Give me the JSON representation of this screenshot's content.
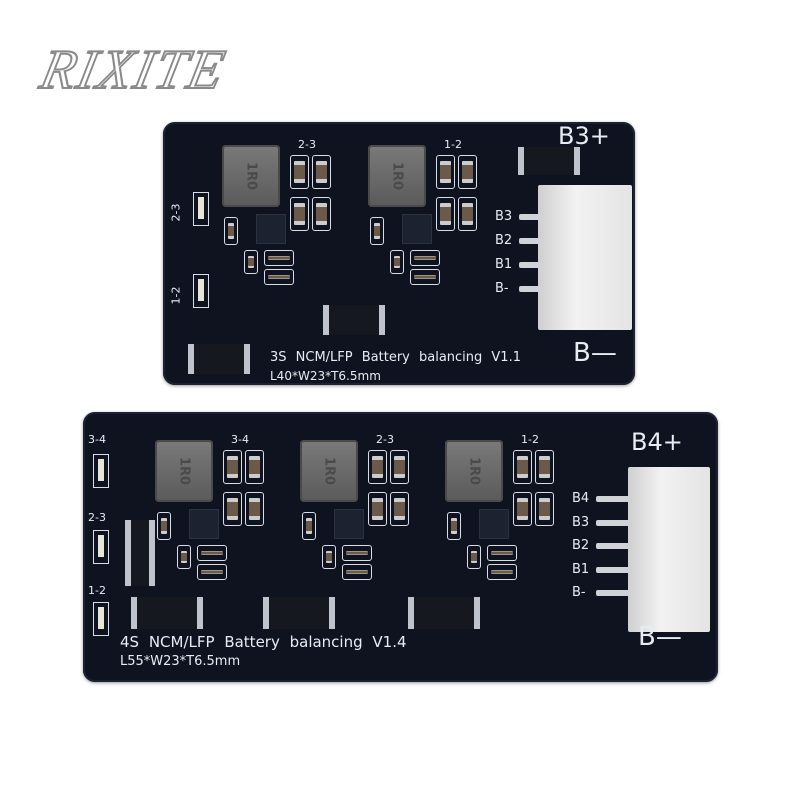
{
  "watermark": "RIXITE",
  "board_3s": {
    "title": "3S NCM/LFP Battery balancing V1.1",
    "dimensions": "L40*W23*T6.5mm",
    "positive_label": "B3+",
    "negative_label": "B—",
    "channel_labels": [
      "2-3",
      "1-2"
    ],
    "side_labels": [
      "2-3",
      "1-2"
    ],
    "inductor_marking": "1R0",
    "pin_labels": [
      "B3",
      "B2",
      "B1",
      "B-"
    ]
  },
  "board_4s": {
    "title": "4S NCM/LFP Battery balancing V1.4",
    "dimensions": "L55*W23*T6.5mm",
    "positive_label": "B4+",
    "negative_label": "B—",
    "channel_labels": [
      "3-4",
      "2-3",
      "1-2"
    ],
    "side_labels": [
      "3-4",
      "2-3",
      "1-2"
    ],
    "inductor_marking": "1R0",
    "pin_labels": [
      "B4",
      "B3",
      "B2",
      "B1",
      "B-"
    ]
  },
  "colors": {
    "pcb": "#0f1320",
    "silkscreen": "#e8ecf2",
    "connector": "#eeeeee",
    "inductor": "#6b6b6b"
  }
}
